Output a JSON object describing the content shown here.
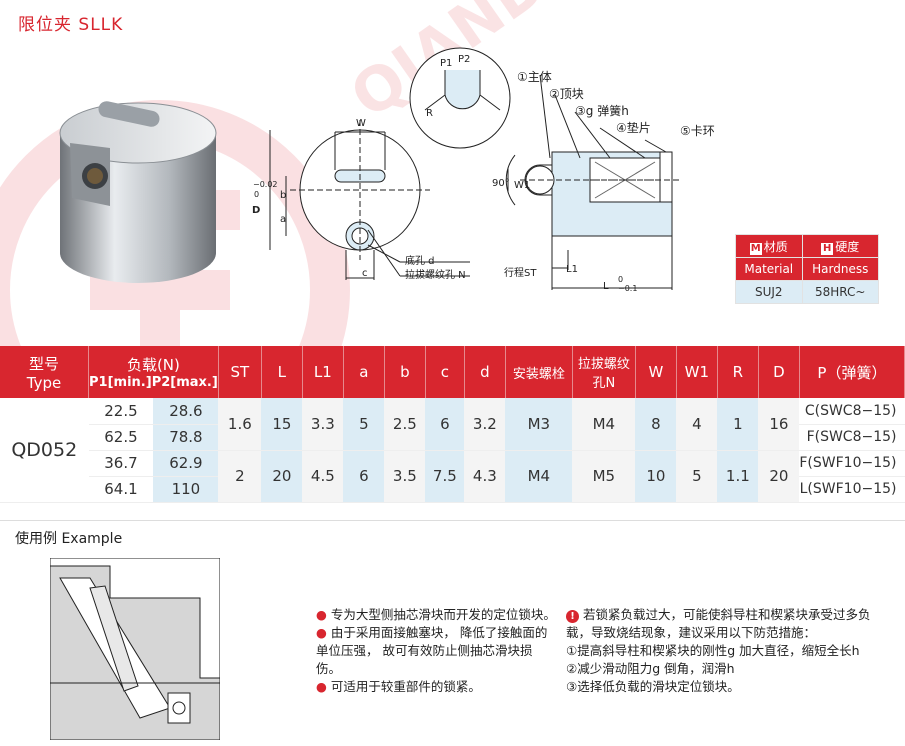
{
  "title": "限位夹  SLLK",
  "callouts": [
    "①主体",
    "②顶块",
    "③g 弹簧h",
    "④垫片",
    "⑤卡环"
  ],
  "dims": {
    "W": "W",
    "b": "b",
    "a": "a",
    "D": "D",
    "D_tol_top": "0",
    "D_tol_bot": "−0.02",
    "c": "c",
    "bottom_hole": "底孔  d",
    "pull_thread": "拉拔螺纹孔 N",
    "P1": "P1",
    "P2": "P2",
    "R": "R",
    "deg": "90°",
    "W1": "W1",
    "stroke": "行程ST",
    "L1": "L1",
    "L": "L",
    "L_tol_top": "0",
    "L_tol_bot": "−0.1"
  },
  "material": {
    "mat_zh": "材质",
    "hard_zh": "硬度",
    "mat_mark": "M",
    "hard_mark": "H",
    "mat_en": "Material",
    "hard_en": "Hardness",
    "mat_val": "SUJ2",
    "hard_val": "58HRC~"
  },
  "table": {
    "h_type_zh": "型号",
    "h_type_en": "Type",
    "h_load": "负载(N)",
    "h_p1": "P1[min.]",
    "h_p2": "P2[max.]",
    "h_st": "ST",
    "h_l": "L",
    "h_l1": "L1",
    "h_a": "a",
    "h_b": "b",
    "h_c": "c",
    "h_d": "d",
    "h_bolt": "安装螺栓",
    "h_pull": "拉拔螺纹孔N",
    "h_w": "W",
    "h_w1": "W1",
    "h_r": "R",
    "h_dd": "D",
    "h_p": "P（弹簧）",
    "type": "QD052",
    "p1": [
      "22.5",
      "62.5",
      "36.7",
      "64.1"
    ],
    "p2": [
      "28.6",
      "78.8",
      "62.9",
      "110"
    ],
    "groups": [
      {
        "st": "1.6",
        "l": "15",
        "l1": "3.3",
        "a": "5",
        "b": "2.5",
        "c": "6",
        "d": "3.2",
        "bolt": "M3",
        "pull": "M4",
        "w": "8",
        "w1": "4",
        "r": "1",
        "dd": "16"
      },
      {
        "st": "2",
        "l": "20",
        "l1": "4.5",
        "a": "6",
        "b": "3.5",
        "c": "7.5",
        "d": "4.3",
        "bolt": "M4",
        "pull": "M5",
        "w": "10",
        "w1": "5",
        "r": "1.1",
        "dd": "20"
      }
    ],
    "springs": [
      "C(SWC8−15)",
      "F(SWC8−15)",
      "F(SWF10−15)",
      "L(SWF10−15)"
    ]
  },
  "usage_title": "使用例  Example",
  "notes_left": [
    "专为大型侧抽芯滑块而开发的定位锁块。",
    "由于采用面接触塞块， 降低了接触面的单位压强， 故可有效防止侧抽芯滑块损伤。",
    "可适用于较重部件的锁紧。"
  ],
  "notes_right": {
    "head": "若锁紧负载过大，可能使斜导柱和楔紧块承受过多负载，导致烧结现象，建议采用以下防范措施：",
    "items": [
      "①提高斜导柱和楔紧块的刚性g 加大直径，缩短全长h",
      "②减少滑动阻力g 倒角，润滑h",
      "③选择低负载的滑块定位锁块。"
    ]
  },
  "colors": {
    "accent": "#d8262f",
    "cell_blue": "#dcecf5"
  }
}
